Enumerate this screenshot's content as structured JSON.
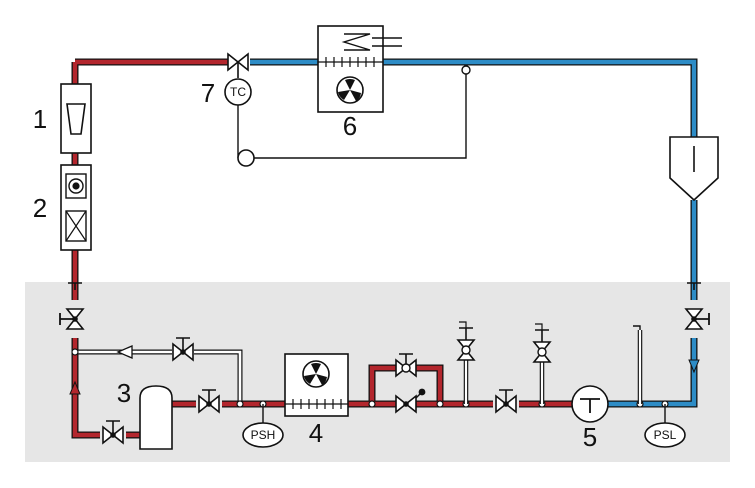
{
  "diagram": {
    "colors": {
      "hot_line": "#b3262d",
      "cold_line": "#2d8cc6",
      "panel": "#e6e6e6",
      "outline": "#111111",
      "bypass": "#cccccc"
    },
    "numbers": {
      "n1": "1",
      "n2": "2",
      "n3": "3",
      "n4": "4",
      "n5": "5",
      "n6": "6",
      "n7": "7"
    },
    "instruments": {
      "tc": "TC",
      "psh": "PSH",
      "psl": "PSL"
    },
    "icons": [
      "valve-icon",
      "fan-icon",
      "compressor-icon",
      "arrow-icon"
    ]
  }
}
